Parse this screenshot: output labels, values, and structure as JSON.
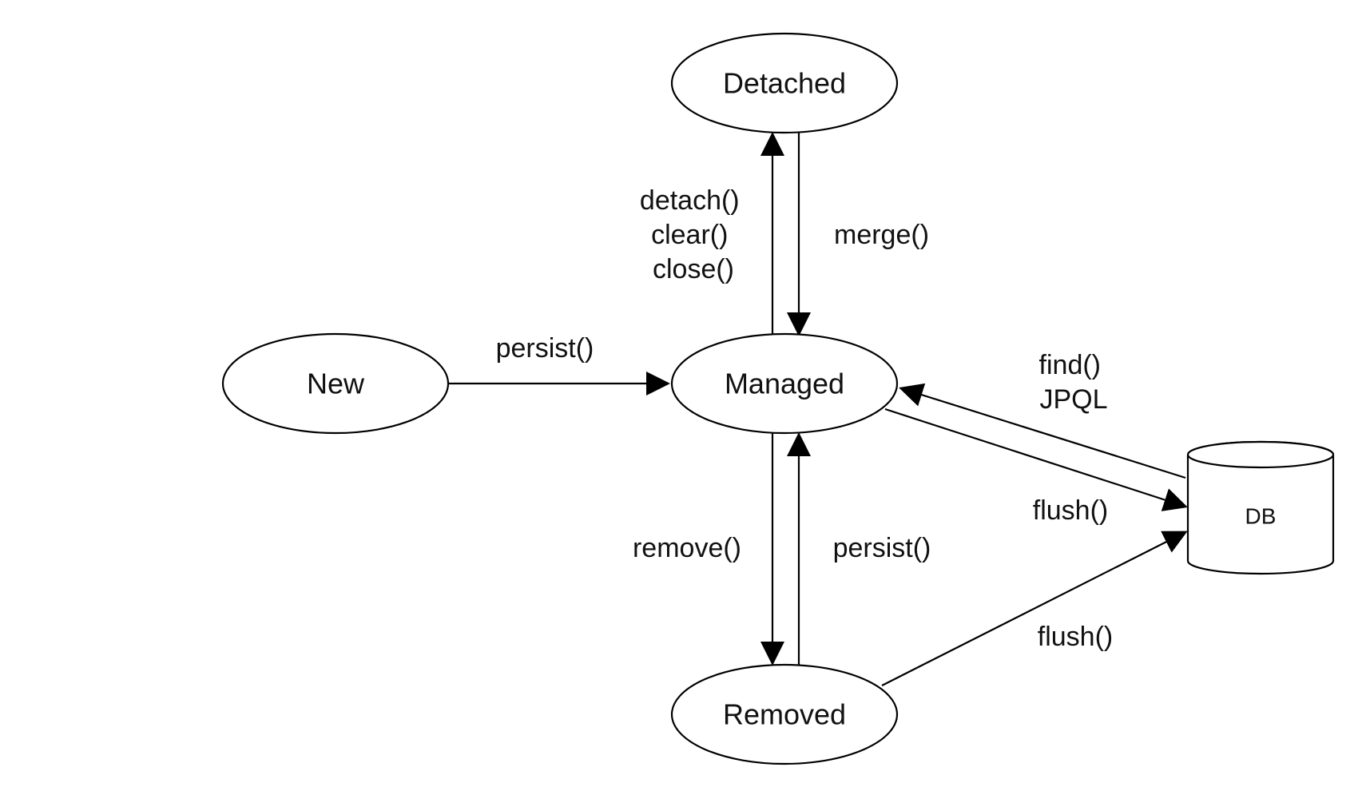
{
  "states": {
    "detached": "Detached",
    "new": "New",
    "managed": "Managed",
    "removed": "Removed",
    "db": "DB"
  },
  "transitions": {
    "detach_methods": [
      "detach()",
      "clear()",
      "close()"
    ],
    "merge": "merge()",
    "persist_new": "persist()",
    "find_jpql": [
      "find()",
      "JPQL"
    ],
    "flush_managed": "flush()",
    "remove": "remove()",
    "persist_removed": "persist()",
    "flush_removed": "flush()"
  },
  "colors": {
    "stroke": "#000000",
    "text": "#111111",
    "background": "#ffffff"
  }
}
